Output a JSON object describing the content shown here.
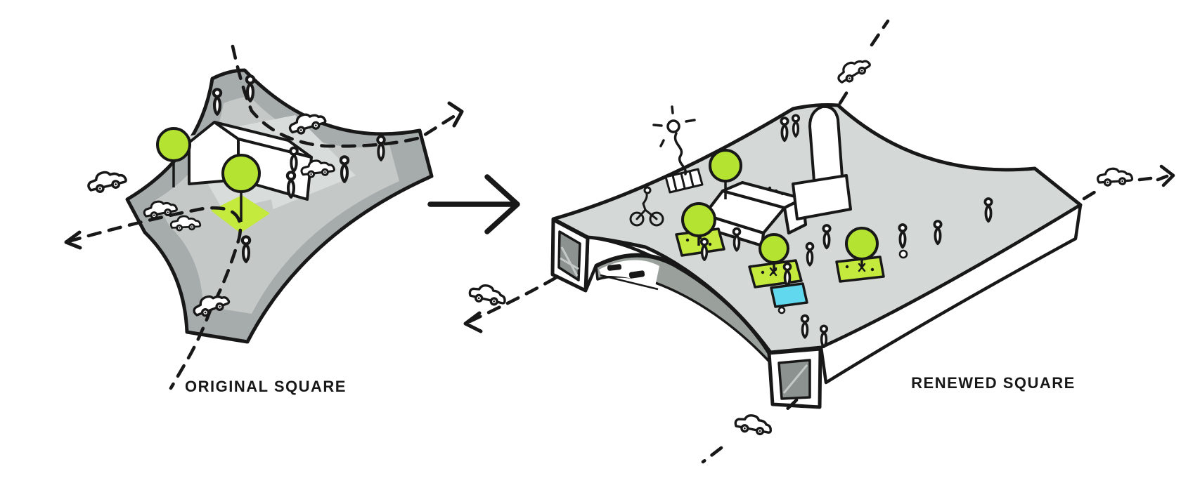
{
  "figure": {
    "type": "before-after urban design sketch",
    "before": {
      "caption": "ORIGINAL SQUARE"
    },
    "after": {
      "caption": "RENEWED SQUARE"
    }
  },
  "colors": {
    "ink": "#181818",
    "road": "#a6abab",
    "road_light": "#c4c9c7",
    "pavement": "#d8dcda",
    "deck": "#d4d9d7",
    "under_shadow": "#9aa19d",
    "tunnel": "#8b928f",
    "tree": "#b4e331",
    "lawn": "#c3ea3c",
    "water": "#62d8ee",
    "white": "#ffffff"
  }
}
